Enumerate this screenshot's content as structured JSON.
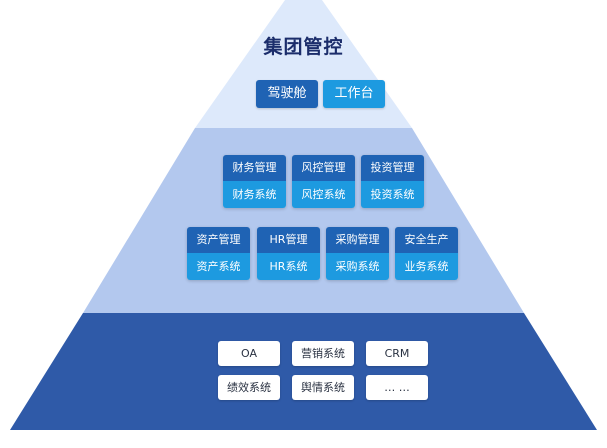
{
  "title": "集团管控",
  "top_buttons": [
    {
      "label": "驾驶舱"
    },
    {
      "label": "工作台"
    }
  ],
  "middle_row1": [
    {
      "top": "财务管理",
      "bottom": "财务系统"
    },
    {
      "top": "风控管理",
      "bottom": "风控系统"
    },
    {
      "top": "投资管理",
      "bottom": "投资系统"
    }
  ],
  "middle_row2": [
    {
      "top": "资产管理",
      "bottom": "资产系统"
    },
    {
      "top": "HR管理",
      "bottom": "HR系统"
    },
    {
      "top": "采购管理",
      "bottom": "采购系统"
    },
    {
      "top": "安全生产",
      "bottom": "业务系统"
    }
  ],
  "bottom_row1": [
    {
      "label": "OA"
    },
    {
      "label": "营销系统"
    },
    {
      "label": "CRM"
    }
  ],
  "bottom_row2": [
    {
      "label": "绩效系统"
    },
    {
      "label": "舆情系统"
    },
    {
      "label": "… …"
    }
  ],
  "colors": {
    "tier_top": "#dde9fb",
    "tier_middle": "#b3c8ee",
    "tier_bottom": "#2f5aa8",
    "card_dark": "#1f63b4",
    "card_light": "#1d9ae0",
    "title": "#1b2d6b"
  }
}
